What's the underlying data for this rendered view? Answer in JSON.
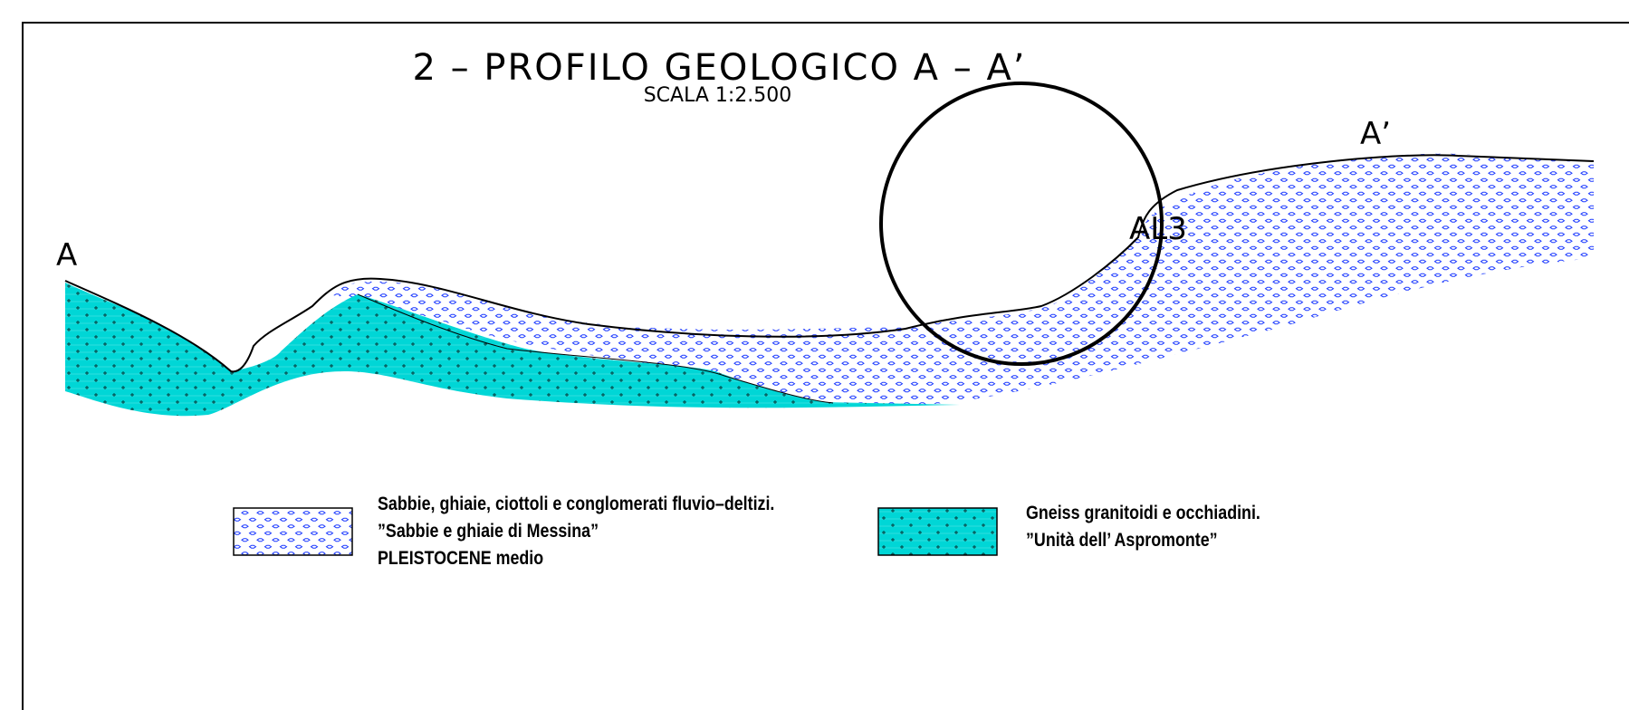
{
  "title": "2 – PROFILO GEOLOGICO A – A’",
  "scale": "SCALA 1:2.500",
  "section_labels": {
    "start": "A",
    "end": "A’"
  },
  "marker": {
    "label": "AL3"
  },
  "legend": [
    {
      "pattern": "hexagon-sand",
      "color": "#1e3cff",
      "lines": [
        "Sabbie, ghiaie, ciottoli e conglomerati  fluvio–deltizi.",
        "”Sabbie e ghiaie di Messina”",
        "PLEISTOCENE medio"
      ]
    },
    {
      "pattern": "cross-gneiss",
      "color": "#00d6d6",
      "lines": [
        "Gneiss granitoidi e occhiadini.",
        "”Unità dell’ Aspromonte”"
      ]
    }
  ]
}
